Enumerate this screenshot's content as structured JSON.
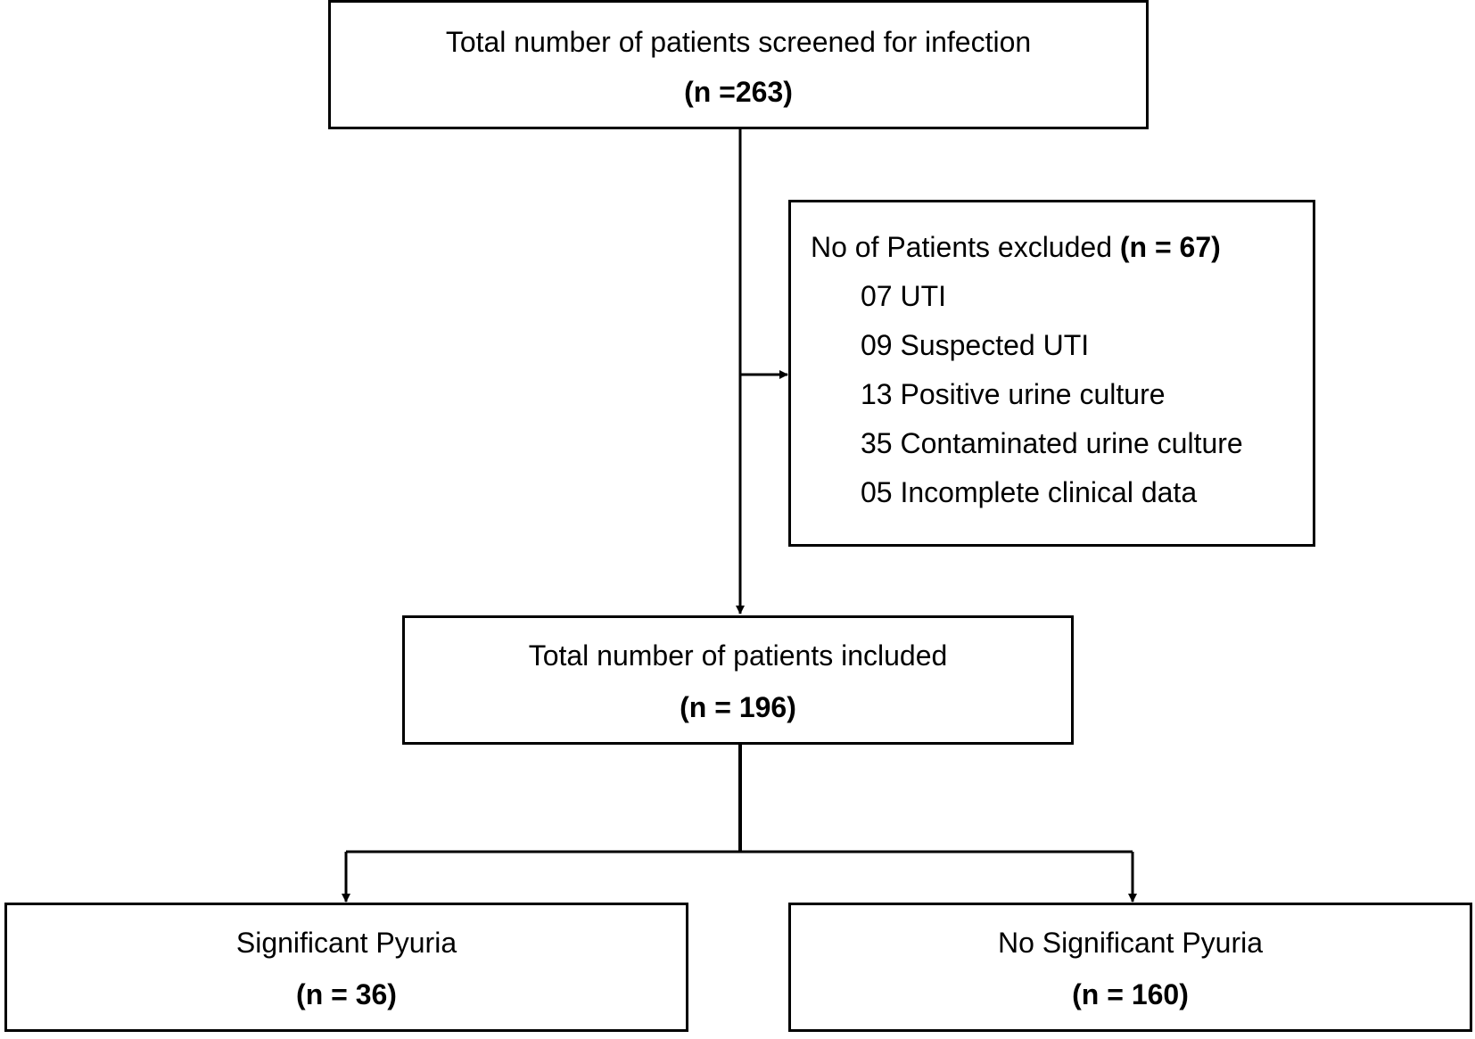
{
  "screened": {
    "label": "Total number of patients screened for infection",
    "count": "(n =263)"
  },
  "excluded": {
    "label": "No of Patients excluded ",
    "count": "(n = 67)",
    "reasons": [
      "07 UTI",
      "09 Suspected UTI",
      "13 Positive urine culture",
      "35 Contaminated urine culture",
      "05 Incomplete clinical data"
    ]
  },
  "included": {
    "label": "Total number of patients included",
    "count": "(n = 196)"
  },
  "pyuria_yes": {
    "label": "Significant Pyuria",
    "count": "(n = 36)"
  },
  "pyuria_no": {
    "label": "No Significant Pyuria",
    "count": "(n = 160)"
  }
}
